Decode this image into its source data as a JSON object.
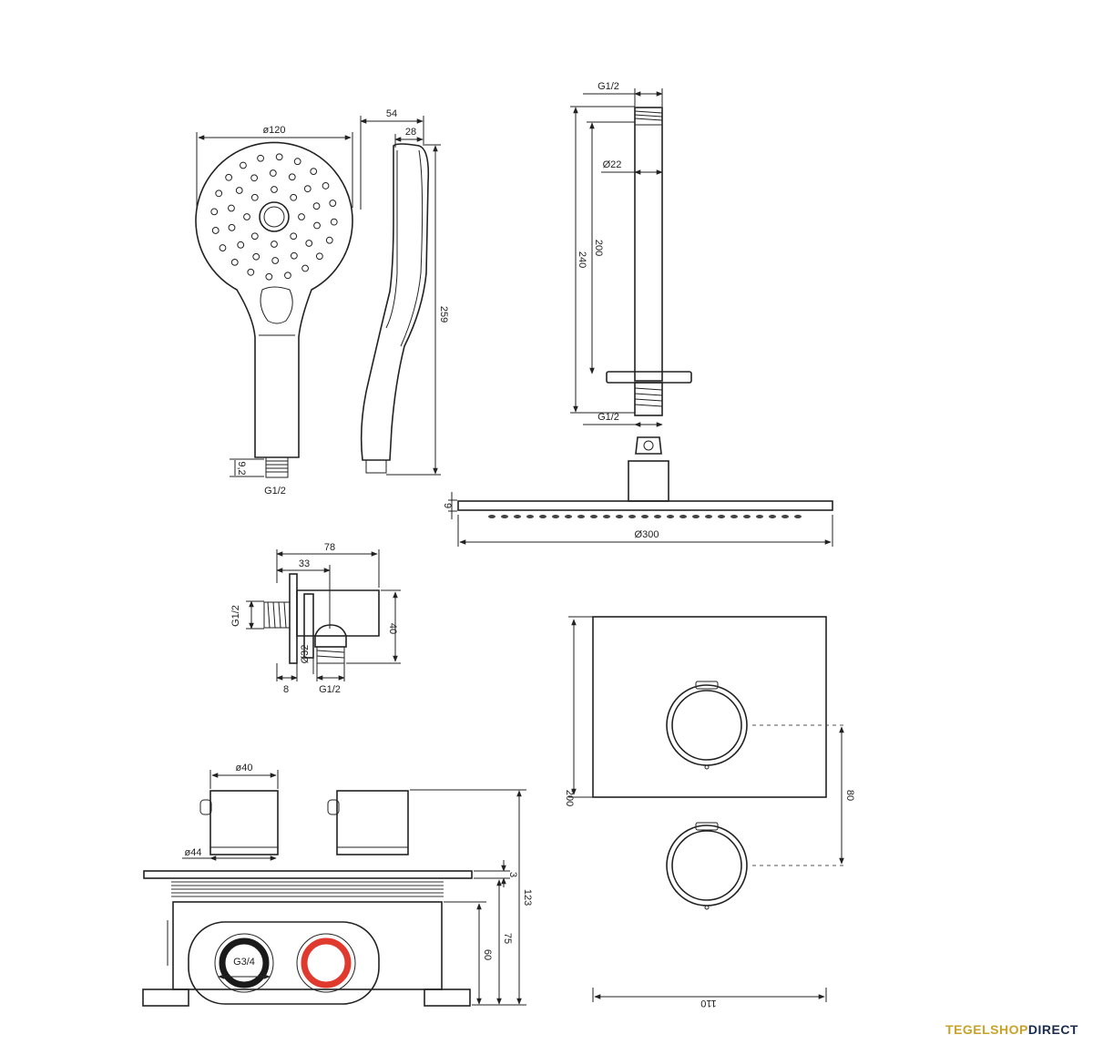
{
  "labels": {
    "hand_diameter": "ø120",
    "hand_depth_total": "54",
    "hand_depth_head": "28",
    "hand_length": "259",
    "hand_thread_len": "9,2",
    "hand_thread": "G1/2",
    "arm_thread_top": "G1/2",
    "arm_diameter": "Ø22",
    "arm_length_inner": "200",
    "arm_length_total": "240",
    "arm_thread_bottom": "G1/2",
    "head_height": "9",
    "head_diameter": "Ø300",
    "elbow_total": "78",
    "elbow_offset": "33",
    "elbow_thread_in": "G1/2",
    "elbow_height": "40",
    "elbow_diameter": "Ø32",
    "elbow_plate": "8",
    "elbow_thread_out": "G1/2",
    "box_knob_diam": "ø40",
    "box_collar_diam": "ø44",
    "box_height_total": "123",
    "box_plate": "3",
    "box_height_75": "75",
    "box_height_60": "60",
    "box_inlet": "G3/4",
    "plate_height": "200",
    "plate_spacing": "80",
    "plate_width": "110"
  },
  "brand": {
    "part1": "TEGELSHOP",
    "part2": "DIRECT"
  },
  "colors": {
    "line": "#222222",
    "hot": "#e03a2f",
    "cold": "#1a1a1a",
    "brand_gold": "#c9a227",
    "brand_navy": "#1a2b4d"
  }
}
